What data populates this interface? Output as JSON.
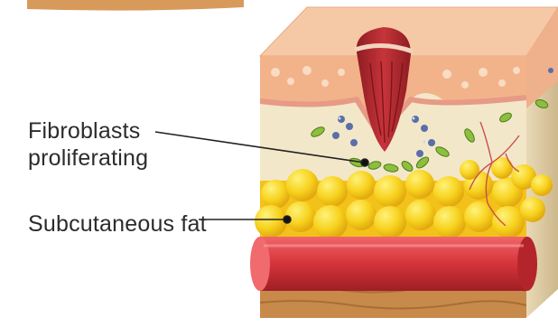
{
  "labels": {
    "fibroblasts_line1": "Fibroblasts",
    "fibroblasts_line2": "proliferating",
    "subcutaneous_fat": "Subcutaneous fat"
  },
  "colors": {
    "epidermis": "#f2b38a",
    "epidermis_top": "#f6c9a6",
    "dermis": "#f3e7c9",
    "fat": "#f7d21e",
    "wound_tissue": "#b0282e",
    "blood_vessel": "#d9373d",
    "fibroblast": "#8bbf3d",
    "immune_cell": "#5a6fa8",
    "base": "#c88a4a",
    "leader_line": "#222222"
  },
  "icons": [
    "skin-block-icon",
    "wound-scab-icon",
    "fibroblast-icon",
    "immune-cell-icon",
    "fat-globule-icon",
    "blood-vessel-icon",
    "capillary-icon"
  ]
}
